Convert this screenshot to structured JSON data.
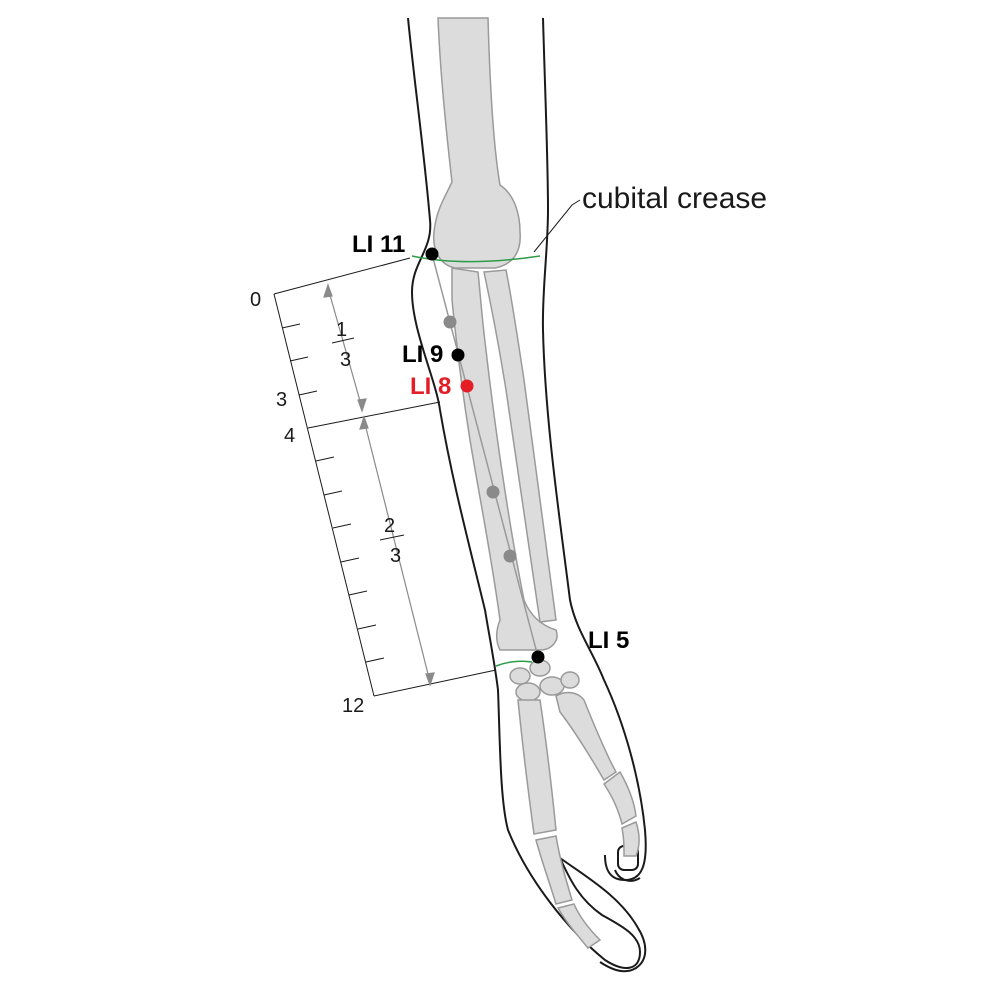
{
  "labels": {
    "cubital_crease": "cubital crease",
    "li11": "LI 11",
    "li9": "LI 9",
    "li8": "LI 8",
    "li5": "LI 5"
  },
  "scale": {
    "tick_0": "0",
    "tick_3": "3",
    "tick_4": "4",
    "tick_12": "12",
    "fraction_upper": {
      "numerator": "1",
      "denominator": "3"
    },
    "fraction_lower": {
      "numerator": "2",
      "denominator": "3"
    }
  },
  "colors": {
    "highlight_point": "#e41e26",
    "point": "#000000",
    "secondary_point": "#8a8a8a",
    "crease_line": "#2e9b4a",
    "bone_fill": "#dcdcdc",
    "bone_stroke": "#9a9a9a"
  }
}
